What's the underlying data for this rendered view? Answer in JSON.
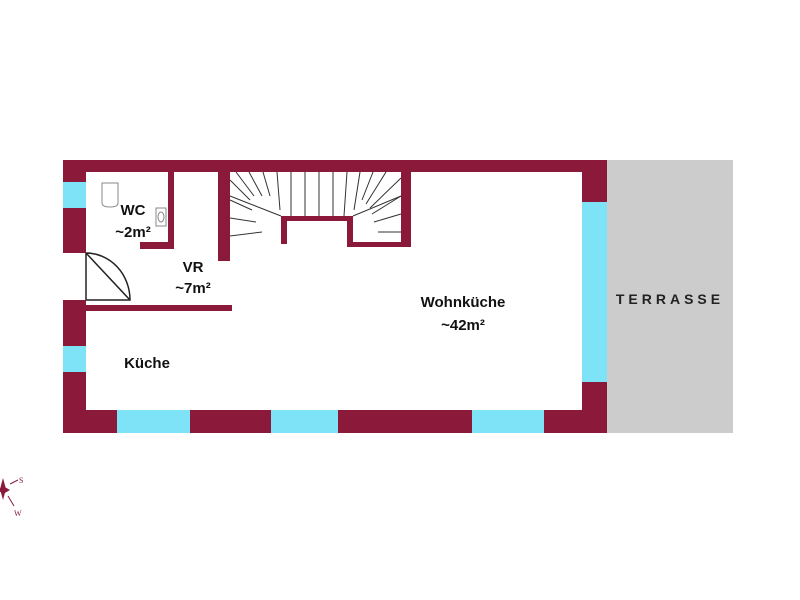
{
  "colors": {
    "wall": "#8b1a3a",
    "window": "#7fe3f7",
    "terrace": "#cccccc",
    "floor": "#ffffff"
  },
  "rooms": {
    "wc": {
      "name": "WC",
      "area": "~2m²"
    },
    "vr": {
      "name": "VR",
      "area": "~7m²"
    },
    "wohnkueche": {
      "name": "Wohnküche",
      "area": "~42m²"
    },
    "kueche": {
      "name": "Küche"
    }
  },
  "terrace": {
    "label": "TERRASSE"
  },
  "compass": {
    "letters": [
      "S",
      "W"
    ]
  },
  "icons": [
    "toilet-icon",
    "sink-icon",
    "door-swing-icon",
    "staircase-icon",
    "compass-icon"
  ]
}
